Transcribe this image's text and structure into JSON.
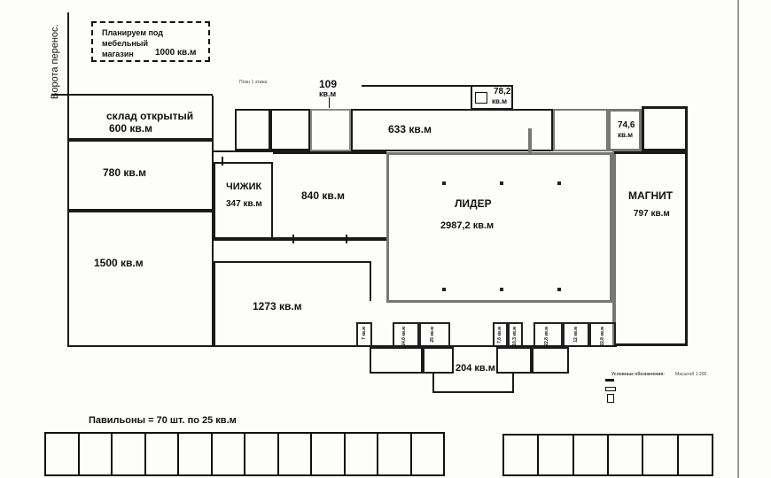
{
  "plan": {
    "title": "План 1 этажа",
    "gate_label": "Ворота перенос.",
    "planned_store": {
      "line1": "Планируем под",
      "line2": "мебельный",
      "line3": "магазин",
      "area": "1000 кв.м"
    },
    "units": [
      {
        "id": "open-warehouse",
        "name": "склад открытый",
        "area": "600 кв.м"
      },
      {
        "id": "unit-780",
        "name": "",
        "area": "780 кв.м"
      },
      {
        "id": "unit-1500",
        "name": "",
        "area": "1500 кв.м"
      },
      {
        "id": "chizhik",
        "name": "ЧИЖИК",
        "area": "347 кв.м"
      },
      {
        "id": "unit-840",
        "name": "",
        "area": "840 кв.м"
      },
      {
        "id": "unit-1273",
        "name": "",
        "area": "1273 кв.м"
      },
      {
        "id": "unit-109",
        "name": "109",
        "area": "кв.м"
      },
      {
        "id": "unit-633",
        "name": "",
        "area": "633 кв.м"
      },
      {
        "id": "unit-78",
        "name": "78,2",
        "area": "кв.м"
      },
      {
        "id": "unit-74",
        "name": "74,6",
        "area": "кв.м"
      },
      {
        "id": "lider",
        "name": "ЛИДЕР",
        "area": "2987,2 кв.м"
      },
      {
        "id": "magnit",
        "name": "МАГНИТ",
        "area": "797 кв.м"
      },
      {
        "id": "unit-204",
        "name": "",
        "area": "204 кв.м"
      }
    ],
    "small_kiosks": [
      {
        "label": "7 кв.м"
      },
      {
        "label": "24,8 кв.м"
      },
      {
        "label": "25 кв.м"
      },
      {
        "label": "7,8 кв.м"
      },
      {
        "label": "10,3 кв.м"
      },
      {
        "label": "22,8 кв.м"
      },
      {
        "label": "12 кв.м"
      },
      {
        "label": "22,8 кв.м"
      }
    ],
    "legend": {
      "title": "Условные обозначения:",
      "scale": "Масштаб 1:200"
    },
    "pavilions": {
      "label": "Павильоны = 70 шт. по 25 кв.м",
      "row1_count": 12,
      "row2_count": 6
    }
  }
}
